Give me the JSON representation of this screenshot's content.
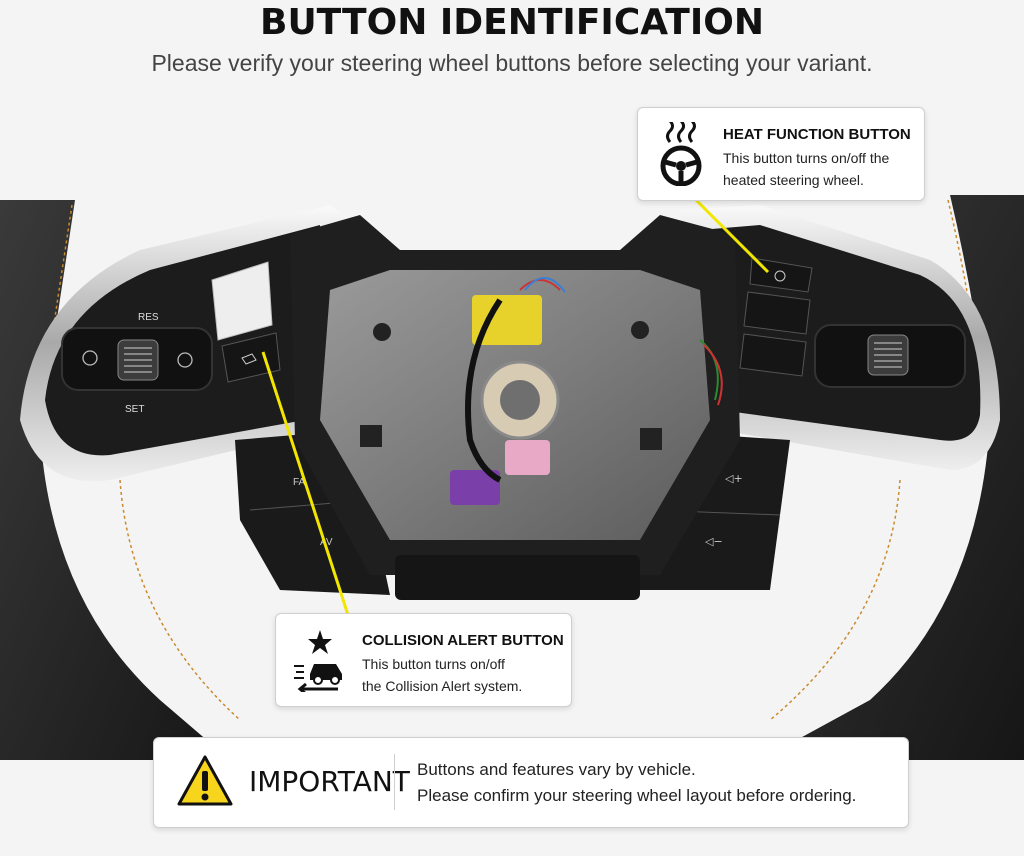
{
  "header": {
    "title": "BUTTON IDENTIFICATION",
    "subtitle": "Please verify your steering wheel buttons before selecting your variant."
  },
  "callouts": {
    "heat": {
      "icon": "heated-steering-wheel-icon",
      "title": "HEAT FUNCTION BUTTON",
      "line1": "This button turns on/off the",
      "line2": "heated steering wheel."
    },
    "collision": {
      "icon": "collision-alert-icon",
      "title": "COLLISION ALERT BUTTON",
      "line1": "This button turns on/off",
      "line2": "the Collision Alert system."
    }
  },
  "wheel_labels": {
    "res": "RES",
    "set": "SET",
    "fa": "FA",
    "av": "AV",
    "vol_up": "◁+",
    "vol_down": "◁−"
  },
  "notice": {
    "icon": "warning-icon",
    "label": "IMPORTANT",
    "line1": "Buttons and features vary by vehicle.",
    "line2": "Please confirm your steering wheel layout before ordering."
  },
  "colors": {
    "leader_line": "#f2e600",
    "stitching": "#c98a2e",
    "warning_fill": "#f7d51d"
  }
}
